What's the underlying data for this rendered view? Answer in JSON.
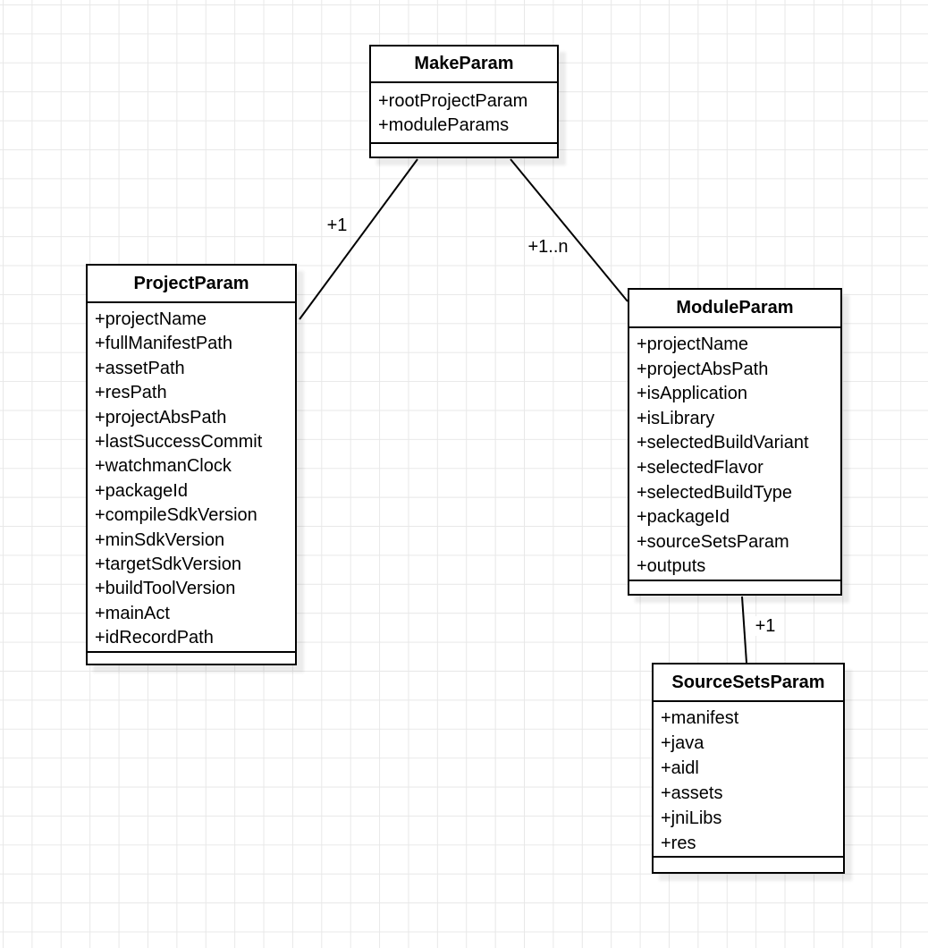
{
  "diagram": {
    "classes": [
      {
        "name": "MakeParam",
        "attributes": [
          "+rootProjectParam",
          "+moduleParams"
        ]
      },
      {
        "name": "ProjectParam",
        "attributes": [
          "+projectName",
          "+fullManifestPath",
          "+assetPath",
          "+resPath",
          "+projectAbsPath",
          "+lastSuccessCommit",
          "+watchmanClock",
          "+packageId",
          "+compileSdkVersion",
          "+minSdkVersion",
          "+targetSdkVersion",
          "+buildToolVersion",
          "+mainAct",
          "+idRecordPath"
        ]
      },
      {
        "name": "ModuleParam",
        "attributes": [
          "+projectName",
          "+projectAbsPath",
          "+isApplication",
          "+isLibrary",
          "+selectedBuildVariant",
          "+selectedFlavor",
          "+selectedBuildType",
          "+packageId",
          "+sourceSetsParam",
          "+outputs"
        ]
      },
      {
        "name": "SourceSetsParam",
        "attributes": [
          "+manifest",
          "+java",
          "+aidl",
          "+assets",
          "+jniLibs",
          "+res"
        ]
      }
    ],
    "connectors": [
      {
        "from": "MakeParam",
        "to": "ProjectParam",
        "label": "+1"
      },
      {
        "from": "MakeParam",
        "to": "ModuleParam",
        "label": "+1..n"
      },
      {
        "from": "ModuleParam",
        "to": "SourceSetsParam",
        "label": "+1"
      }
    ],
    "colors": {
      "stroke": "#000000",
      "fill": "#ffffff",
      "grid": "#e8e8e8"
    }
  }
}
